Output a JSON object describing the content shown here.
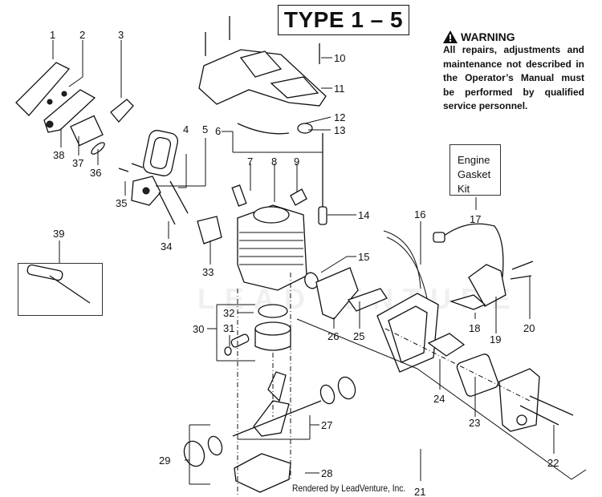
{
  "diagram": {
    "title": "TYPE 1 – 5",
    "warning": {
      "icon": "warning-triangle-icon",
      "heading": "WARNING",
      "text": "All repairs, adjustments and maintenance not described in the Operator’s Manual must be performed by qualified service personnel."
    },
    "kit_box": {
      "lines": [
        "Engine",
        "Gasket",
        "Kit"
      ],
      "callout": "17"
    },
    "tool_box": {
      "callout": "39",
      "item": "spark-plug-wrench"
    },
    "watermark": "LEADVENTURE",
    "footer": "Rendered by LeadVenture, Inc.",
    "callouts": [
      {
        "n": "1"
      },
      {
        "n": "2"
      },
      {
        "n": "3"
      },
      {
        "n": "4"
      },
      {
        "n": "5"
      },
      {
        "n": "6"
      },
      {
        "n": "7"
      },
      {
        "n": "8"
      },
      {
        "n": "9"
      },
      {
        "n": "10"
      },
      {
        "n": "11"
      },
      {
        "n": "12"
      },
      {
        "n": "13"
      },
      {
        "n": "14"
      },
      {
        "n": "15"
      },
      {
        "n": "16"
      },
      {
        "n": "17"
      },
      {
        "n": "18"
      },
      {
        "n": "19"
      },
      {
        "n": "20"
      },
      {
        "n": "21"
      },
      {
        "n": "22"
      },
      {
        "n": "23"
      },
      {
        "n": "24"
      },
      {
        "n": "25"
      },
      {
        "n": "26"
      },
      {
        "n": "27"
      },
      {
        "n": "28"
      },
      {
        "n": "29"
      },
      {
        "n": "30"
      },
      {
        "n": "31"
      },
      {
        "n": "32"
      },
      {
        "n": "33"
      },
      {
        "n": "34"
      },
      {
        "n": "35"
      },
      {
        "n": "36"
      },
      {
        "n": "37"
      },
      {
        "n": "38"
      },
      {
        "n": "39"
      }
    ]
  }
}
